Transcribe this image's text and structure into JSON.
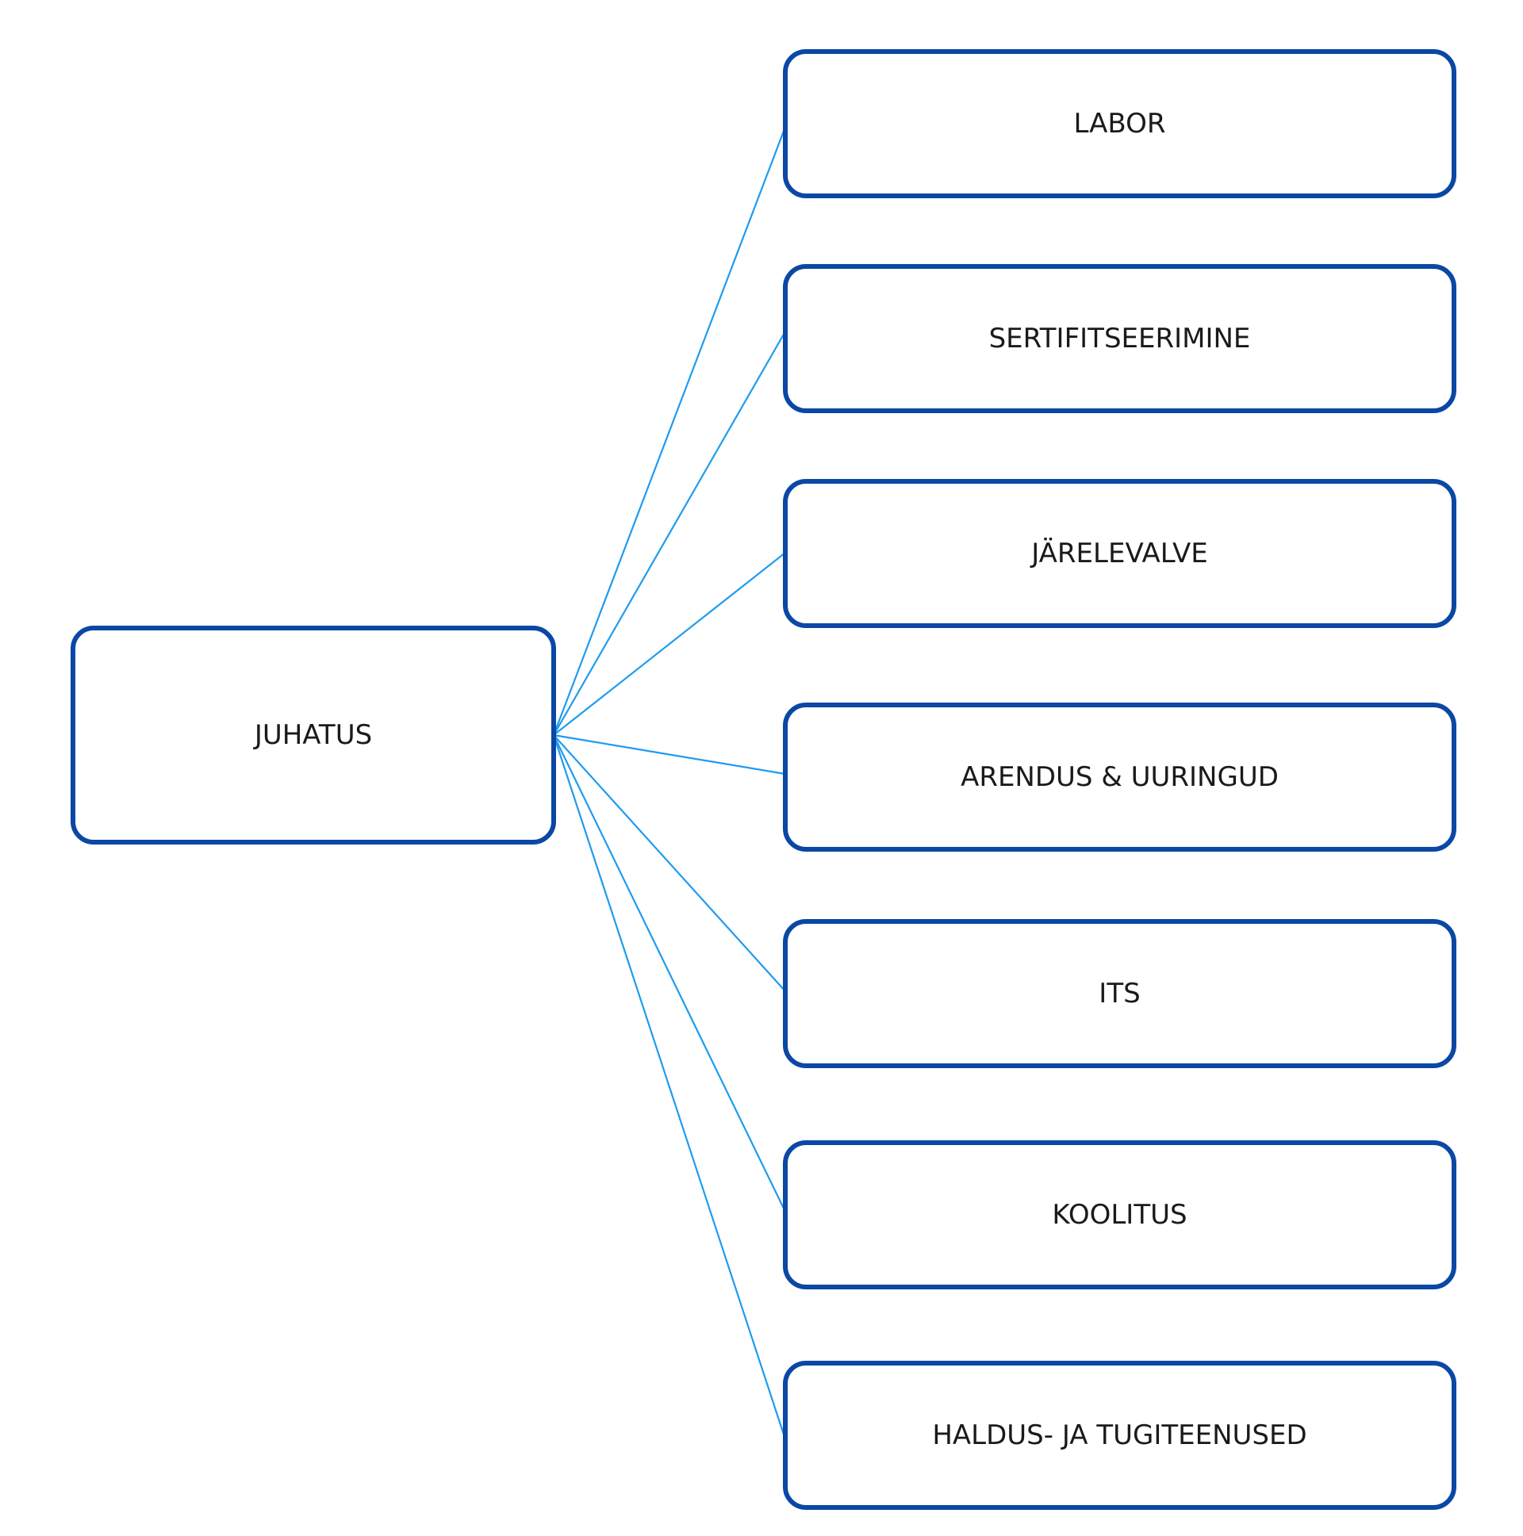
{
  "colors": {
    "box_border": "#0B47A5",
    "connector": "#1E9BF0",
    "text": "#1a1a1a",
    "background": "#ffffff"
  },
  "root": {
    "label": "JUHATUS"
  },
  "departments": [
    {
      "label": "LABOR"
    },
    {
      "label": "SERTIFITSEERIMINE"
    },
    {
      "label": "JÄRELEVALVE"
    },
    {
      "label": "ARENDUS & UURINGUD"
    },
    {
      "label": "ITS"
    },
    {
      "label": "KOOLITUS"
    },
    {
      "label": "HALDUS- JA TUGITEENUSED"
    }
  ]
}
